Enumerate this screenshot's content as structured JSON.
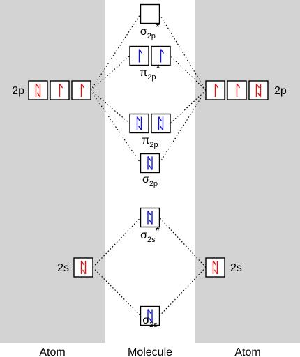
{
  "colors": {
    "atom_panel": "#d3d3d3",
    "atom_electron": "#e01010",
    "molecule_electron": "#1010e0",
    "box_stroke": "#000000",
    "connector": "#000000"
  },
  "columns": {
    "left_label": "Atom",
    "center_label": "Molecule",
    "right_label": "Atom"
  },
  "atomic_orbitals": {
    "left": [
      {
        "id": "2p",
        "label": "2p",
        "boxes": [
          "pair",
          "up",
          "up"
        ]
      },
      {
        "id": "2s",
        "label": "2s",
        "boxes": [
          "pair"
        ]
      }
    ],
    "right": [
      {
        "id": "2p",
        "label": "2p",
        "boxes": [
          "up",
          "up",
          "pair"
        ]
      },
      {
        "id": "2s",
        "label": "2s",
        "boxes": [
          "pair"
        ]
      }
    ]
  },
  "molecular_orbitals": [
    {
      "id": "sigma2p_star",
      "symbol": "σ",
      "sub": "2p",
      "star": true,
      "boxes": [
        "empty"
      ]
    },
    {
      "id": "pi2p_star",
      "symbol": "π",
      "sub": "2p",
      "star": true,
      "boxes": [
        "up",
        "up"
      ]
    },
    {
      "id": "pi2p",
      "symbol": "π",
      "sub": "2p",
      "star": false,
      "boxes": [
        "pair",
        "pair"
      ]
    },
    {
      "id": "sigma2p",
      "symbol": "σ",
      "sub": "2p",
      "star": false,
      "boxes": [
        "pair"
      ]
    },
    {
      "id": "sigma2s_star",
      "symbol": "σ",
      "sub": "2s",
      "star": true,
      "boxes": [
        "pair"
      ]
    },
    {
      "id": "sigma2s",
      "symbol": "σ",
      "sub": "2s",
      "star": false,
      "boxes": [
        "pair"
      ]
    }
  ],
  "connections": [
    [
      "left.2p",
      "sigma2p_star"
    ],
    [
      "left.2p",
      "pi2p_star"
    ],
    [
      "left.2p",
      "pi2p"
    ],
    [
      "left.2p",
      "sigma2p"
    ],
    [
      "right.2p",
      "sigma2p_star"
    ],
    [
      "right.2p",
      "pi2p_star"
    ],
    [
      "right.2p",
      "pi2p"
    ],
    [
      "right.2p",
      "sigma2p"
    ],
    [
      "left.2s",
      "sigma2s_star"
    ],
    [
      "left.2s",
      "sigma2s"
    ],
    [
      "right.2s",
      "sigma2s_star"
    ],
    [
      "right.2s",
      "sigma2s"
    ]
  ]
}
